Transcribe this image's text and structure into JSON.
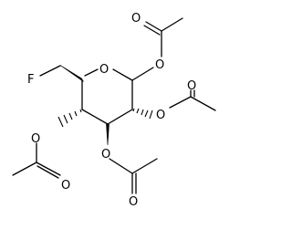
{
  "molecule": {
    "atoms": {
      "fluorine": "F",
      "ring_oxygen": "O",
      "o_c1_ester": "O",
      "o_c1_carbonyl": "O",
      "o_c2_ester": "O",
      "o_c2_carbonyl": "O",
      "o_c3_ester": "O",
      "o_c3_carbonyl": "O",
      "o_c4_ester": "O",
      "o_c4_carbonyl": "O"
    }
  }
}
